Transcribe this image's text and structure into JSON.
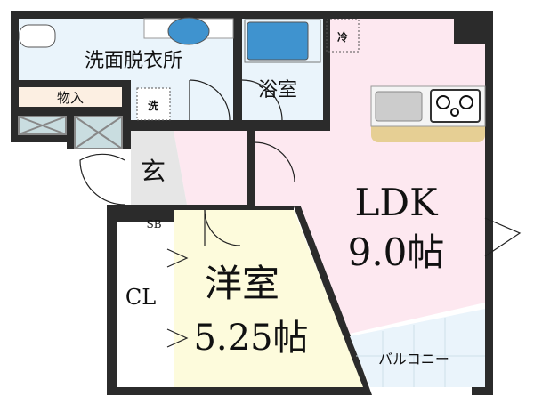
{
  "floor_plan": {
    "rooms": {
      "washroom": "洗面脱衣所",
      "storage": "物入",
      "washer": "洗",
      "bathroom": "浴室",
      "fridge": "冷",
      "entrance": "玄",
      "shoe_box": "SB",
      "ldk_name": "LDK",
      "ldk_size": "9.0帖",
      "western_name": "洋室",
      "western_size": "5.25帖",
      "closet": "CL",
      "balcony": "バルコニー"
    },
    "colors": {
      "wall": "#2b2b2b",
      "ldk": "#fde8f0",
      "western": "#fdfbdc",
      "wet_area": "#eaf4fb",
      "entrance": "#e6e6e6",
      "storage": "#fcefe2",
      "counter": "#e6cf94"
    }
  }
}
